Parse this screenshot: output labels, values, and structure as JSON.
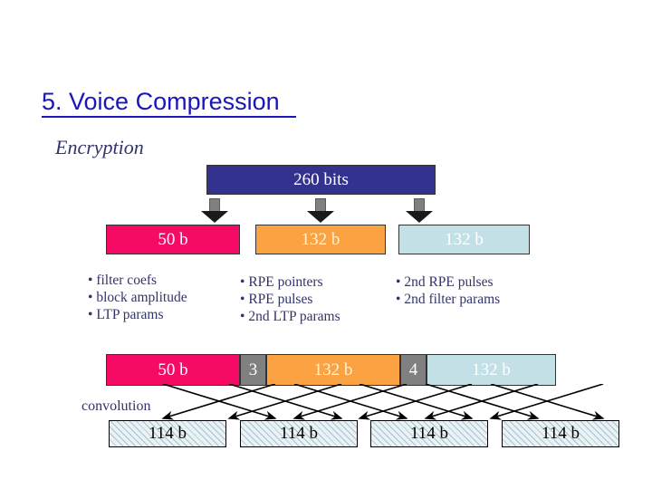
{
  "slide": {
    "title": "5. Voice Compression",
    "subtitle": "Encryption",
    "convolution_label": "convolution",
    "colors": {
      "title": "#1a17b8",
      "navy_text": "#33336b",
      "bar_blue": "#33338f",
      "bar_pink": "#f50a64",
      "bar_orange": "#fba243",
      "bar_lightblue": "#c2e0e6",
      "bar_gray": "#808080",
      "hatched_box": "#e9f2f5"
    }
  },
  "row1": {
    "total": {
      "label": "260 bits"
    }
  },
  "arrows": {
    "down_arrow_icon": "down-block-arrow",
    "count": 3
  },
  "row2": {
    "segments": [
      {
        "label": "50 b"
      },
      {
        "label": "132 b"
      },
      {
        "label": "132 b"
      }
    ]
  },
  "bullets": {
    "column1": [
      "filter coefs",
      "block amplitude",
      "LTP params"
    ],
    "column2": [
      "RPE pointers",
      "RPE pulses",
      "2nd LTP params"
    ],
    "column3": [
      "2nd RPE pulses",
      "2nd filter params"
    ]
  },
  "row3": {
    "segments": [
      {
        "label": "50 b"
      },
      {
        "label": "3"
      },
      {
        "label": "132 b"
      },
      {
        "label": "4"
      },
      {
        "label": "132 b"
      }
    ]
  },
  "row4": {
    "segments": [
      {
        "label": "114 b"
      },
      {
        "label": "114 b"
      },
      {
        "label": "114 b"
      },
      {
        "label": "114 b"
      }
    ]
  }
}
